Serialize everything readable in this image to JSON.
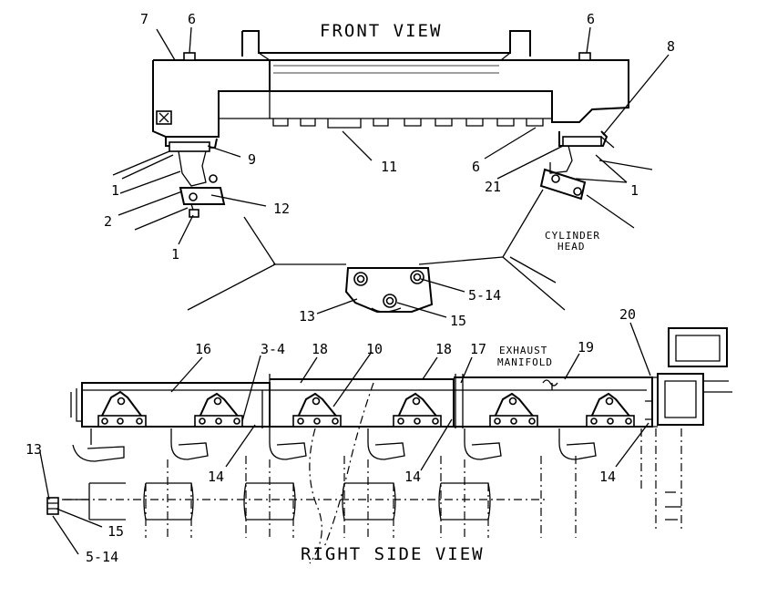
{
  "views": {
    "front": "FRONT VIEW",
    "right_side": "RIGHT SIDE VIEW"
  },
  "notes": {
    "cylinder_head": [
      "CYLINDER",
      "HEAD"
    ],
    "exhaust_manifold": [
      "EXHAUST",
      "MANIFOLD"
    ]
  },
  "callouts": {
    "c7": "7",
    "c6a": "6",
    "c6b": "6",
    "c8": "8",
    "c9": "9",
    "c11": "11",
    "c6c": "6",
    "c21": "21",
    "c1a": "1",
    "c1b": "1",
    "c2": "2",
    "c12": "12",
    "c1c": "1",
    "c13a": "13",
    "c5_14a": "5-14",
    "c15a": "15",
    "c20": "20",
    "c16": "16",
    "c3_4": "3-4",
    "c18a": "18",
    "c10": "10",
    "c18b": "18",
    "c17": "17",
    "c19": "19",
    "c14a": "14",
    "c14b": "14",
    "c14c": "14",
    "c13b": "13",
    "c15b": "15",
    "c5_14b": "5-14"
  }
}
